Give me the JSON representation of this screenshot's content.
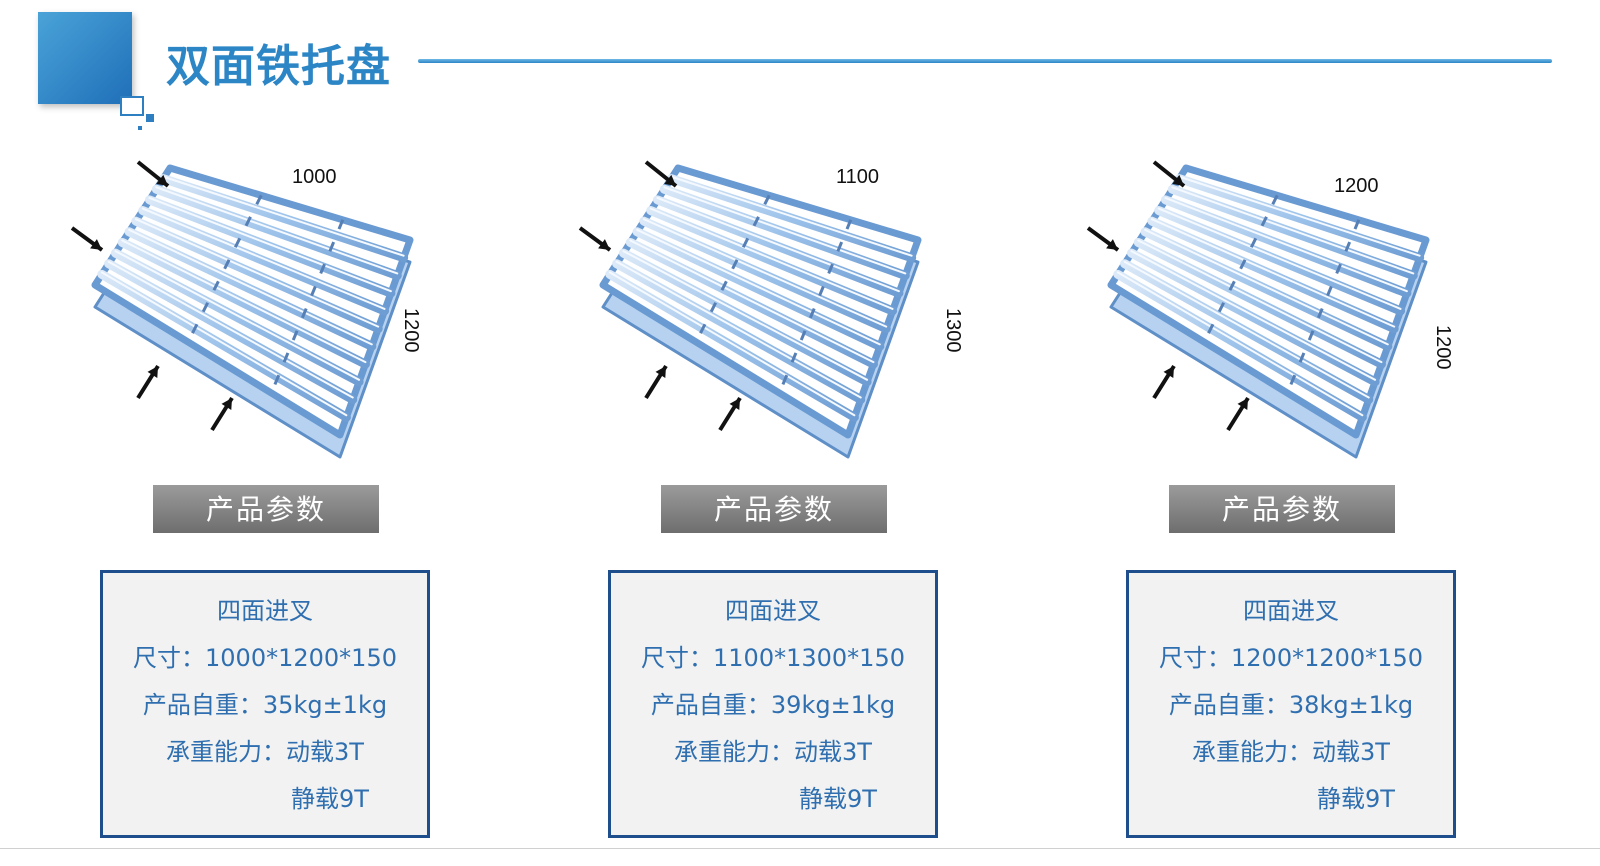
{
  "header": {
    "title": "双面铁托盘"
  },
  "products": [
    {
      "dim_top": "1000",
      "dim_side": "1200",
      "param_label": "产品参数",
      "spec": {
        "forklift": "四面进叉",
        "size": "尺寸：1000*1200*150",
        "weight": "产品自重：35kg±1kg",
        "capacity": "承重能力：动载3T",
        "static_load": "静载9T"
      }
    },
    {
      "dim_top": "1100",
      "dim_side": "1300",
      "param_label": "产品参数",
      "spec": {
        "forklift": "四面进叉",
        "size": "尺寸：1100*1300*150",
        "weight": "产品自重：39kg±1kg",
        "capacity": "承重能力：动载3T",
        "static_load": "静载9T"
      }
    },
    {
      "dim_top": "1200",
      "dim_side": "1200",
      "param_label": "产品参数",
      "spec": {
        "forklift": "四面进叉",
        "size": "尺寸：1200*1200*150",
        "weight": "产品自重：38kg±1kg",
        "capacity": "承重能力：动载3T",
        "static_load": "静载9T"
      }
    }
  ],
  "colors": {
    "title": "#2c86c6",
    "spec_text": "#2f6fb0",
    "spec_border": "#1f4e8c",
    "param_bar": "#7d7d7d"
  }
}
